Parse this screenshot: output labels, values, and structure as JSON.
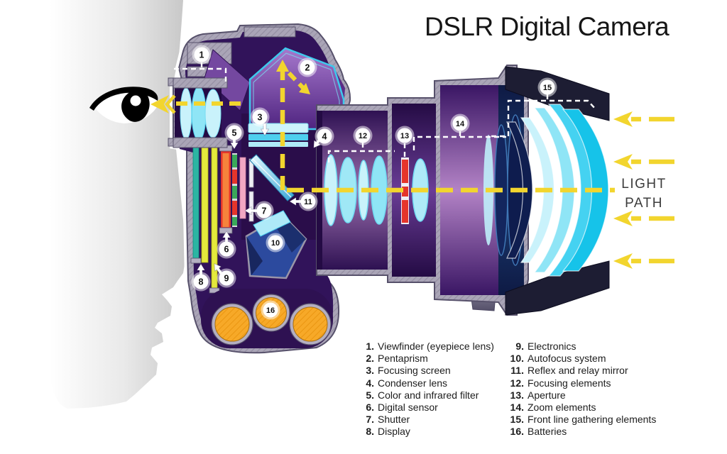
{
  "title": "DSLR Digital Camera",
  "light_path": {
    "line1": "LIGHT",
    "line2": "PATH"
  },
  "legend": {
    "col1": [
      {
        "num": "1.",
        "label": "Viewfinder (eyepiece lens)"
      },
      {
        "num": "2.",
        "label": "Pentaprism"
      },
      {
        "num": "3.",
        "label": "Focusing screen"
      },
      {
        "num": "4.",
        "label": "Condenser lens"
      },
      {
        "num": "5.",
        "label": "Color and infrared filter"
      },
      {
        "num": "6.",
        "label": "Digital sensor"
      },
      {
        "num": "7.",
        "label": "Shutter"
      },
      {
        "num": "8.",
        "label": "Display"
      }
    ],
    "col2": [
      {
        "num": "9.",
        "label": "Electronics"
      },
      {
        "num": "10.",
        "label": "Autofocus system"
      },
      {
        "num": "11.",
        "label": "Reflex and relay mirror"
      },
      {
        "num": "12.",
        "label": "Focusing elements"
      },
      {
        "num": "13.",
        "label": "Aperture"
      },
      {
        "num": "14.",
        "label": "Zoom elements"
      },
      {
        "num": "15.",
        "label": "Front line gathering elements"
      },
      {
        "num": "16.",
        "label": "Batteries"
      }
    ]
  },
  "callouts": [
    {
      "num": "1",
      "part": "viewfinder-eyepiece-lens"
    },
    {
      "num": "2",
      "part": "pentaprism"
    },
    {
      "num": "3",
      "part": "focusing-screen"
    },
    {
      "num": "4",
      "part": "condenser-lens"
    },
    {
      "num": "5",
      "part": "color-and-infrared-filter"
    },
    {
      "num": "6",
      "part": "digital-sensor"
    },
    {
      "num": "7",
      "part": "shutter"
    },
    {
      "num": "8",
      "part": "display"
    },
    {
      "num": "9",
      "part": "electronics"
    },
    {
      "num": "10",
      "part": "autofocus-system"
    },
    {
      "num": "11",
      "part": "reflex-and-relay-mirror"
    },
    {
      "num": "12",
      "part": "focusing-elements"
    },
    {
      "num": "13",
      "part": "aperture"
    },
    {
      "num": "14",
      "part": "zoom-elements"
    },
    {
      "num": "15",
      "part": "front-line-gathering-elements"
    },
    {
      "num": "16",
      "part": "batteries"
    }
  ],
  "colors": {
    "light_path_yellow": "#f2d52e",
    "battery_orange": "#f7a928",
    "aperture_red": "#e5352b",
    "body_purple_dark": "#31135a",
    "body_purple_mid": "#5b2d87",
    "lens_cyan": "#3cc9ea",
    "casing_gray": "#aaa5b7",
    "hood_black": "#1d1d33",
    "display_teal": "#2cb5a3",
    "electronics_yellow": "#e4e93c",
    "filter_pink": "#f2a7c3"
  }
}
